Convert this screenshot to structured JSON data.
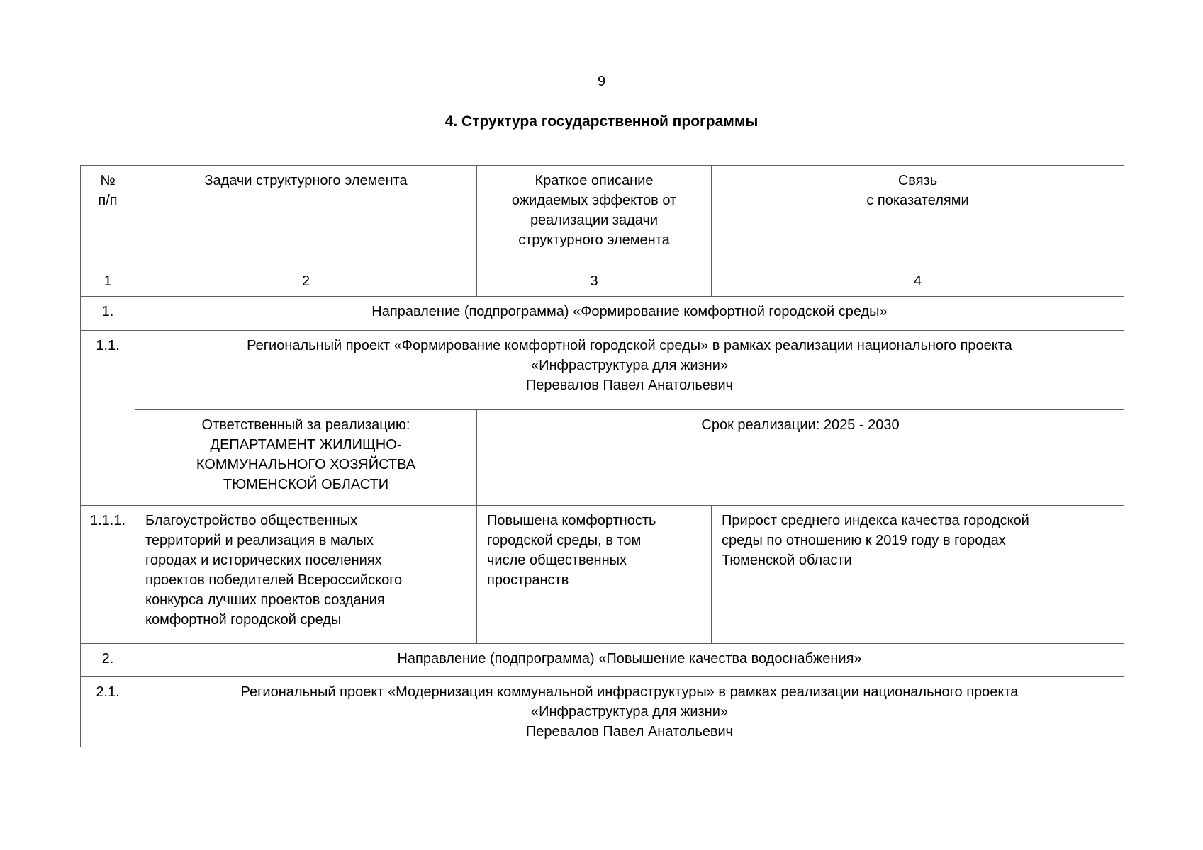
{
  "page": {
    "number": "9",
    "title": "4. Структура государственной программы"
  },
  "table": {
    "header": {
      "col1": "№\nп/п",
      "col2": "Задачи структурного элемента",
      "col3": "Краткое описание\nожидаемых эффектов от\nреализации задачи\nструктурного элемента",
      "col4": "Связь\nс показателями"
    },
    "numbers": [
      "1",
      "2",
      "3",
      "4"
    ],
    "rows": {
      "r1": {
        "num": "1.",
        "text": "Направление (подпрограмма) «Формирование комфортной городской среды»"
      },
      "r1_1": {
        "num": "1.1.",
        "text": "Региональный проект «Формирование комфортной городской среды» в рамках реализации национального проекта\n«Инфраструктура для жизни»\nПеревалов Павел Анатольевич"
      },
      "r1_1_sub": {
        "responsible": "Ответственный за реализацию:\nДЕПАРТАМЕНТ ЖИЛИЩНО-\nКОММУНАЛЬНОГО ХОЗЯЙСТВА\nТЮМЕНСКОЙ ОБЛАСТИ",
        "period": "Срок реализации: 2025 - 2030"
      },
      "r1_1_1": {
        "num": "1.1.1.",
        "task": "Благоустройство общественных\nтерриторий и реализация в малых\nгородах и исторических поселениях\nпроектов победителей Всероссийского\nконкурса лучших проектов создания\nкомфортной городской среды",
        "effect": "Повышена комфортность\nгородской среды, в том\nчисле общественных\nпространств",
        "link": "Прирост среднего индекса качества городской\nсреды по отношению к 2019 году в городах\nТюменской области"
      },
      "r2": {
        "num": "2.",
        "text": "Направление (подпрограмма)  «Повышение качества водоснабжения»"
      },
      "r2_1": {
        "num": "2.1.",
        "text": "Региональный проект «Модернизация коммунальной инфраструктуры» в рамках реализации национального проекта\n«Инфраструктура для жизни»\nПеревалов Павел Анатольевич"
      }
    }
  }
}
